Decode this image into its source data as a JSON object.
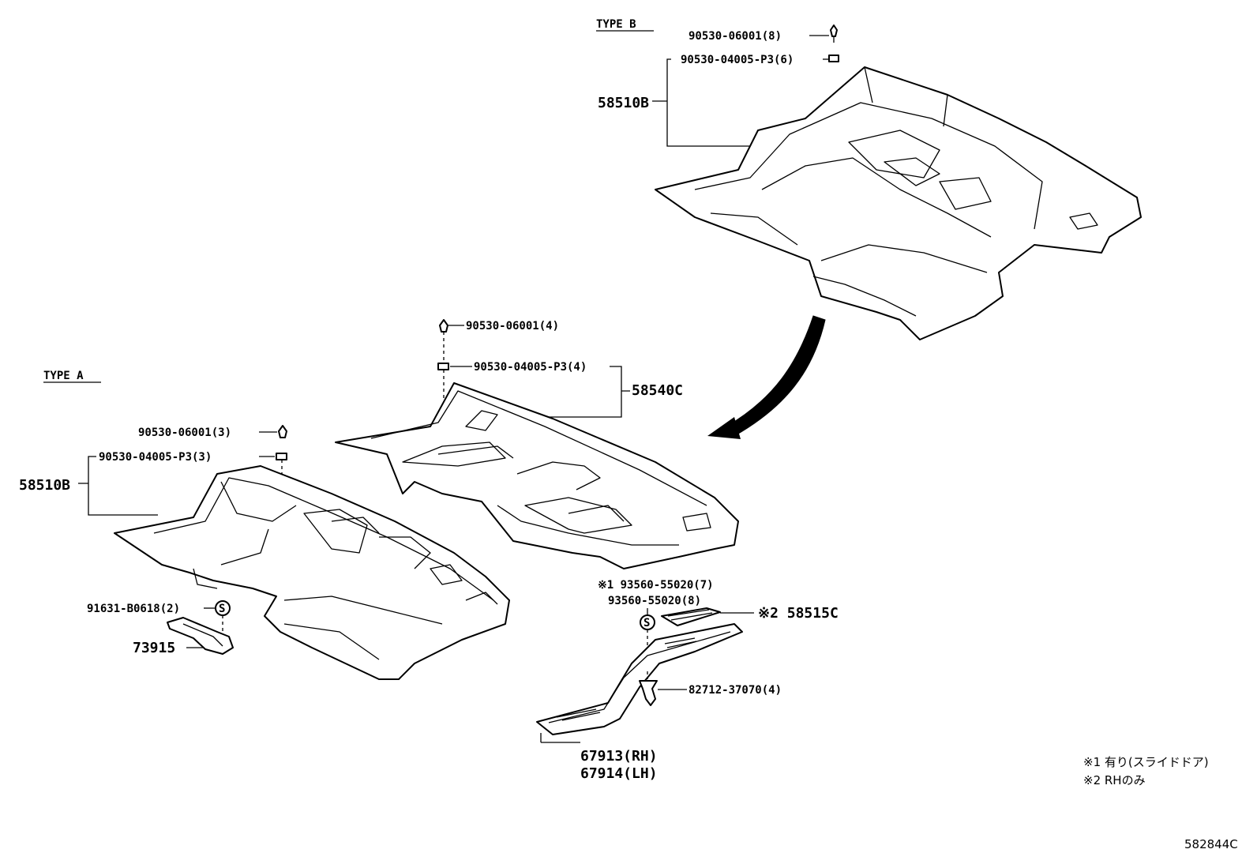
{
  "type_a": "TYPE A",
  "type_b": "TYPE B",
  "labels": {
    "b_bolt": "90530-06001(8)",
    "b_nut": "90530-04005-P3(6)",
    "b_carpet": "58510B",
    "a_center_bolt": "90530-06001(4)",
    "a_center_nut": "90530-04005-P3(4)",
    "a_center_carpet": "58540C",
    "a_bolt": "90530-06001(3)",
    "a_nut": "90530-04005-P3(3)",
    "a_carpet": "58510B",
    "a_clip": "91631-B0618(2)",
    "a_bracket": "73915",
    "screw_1": "※1 93560-55020(7)",
    "screw_2": "93560-55020(8)",
    "plate": "※2 58515C",
    "clip_2": "82712-37070(4)",
    "scuff_rh": "67913(RH)",
    "scuff_lh": "67914(LH)"
  },
  "notes": {
    "note_1": "※1 有り(スライドドア)",
    "note_2": "※2 RHのみ"
  },
  "diagram_code": "582844C"
}
